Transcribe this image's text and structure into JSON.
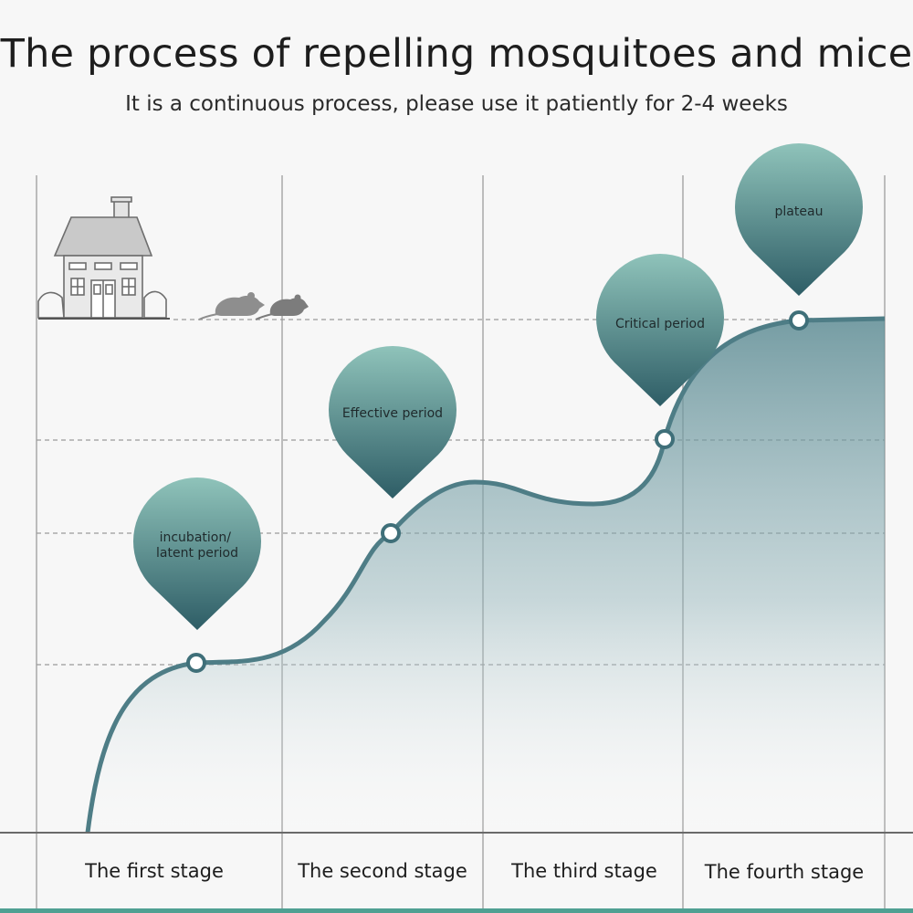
{
  "title": "The process of repelling mosquitoes and mice",
  "subtitle": "It is a continuous process, please use it patiently for 2-4 weeks",
  "stages": [
    {
      "label": "The first stage"
    },
    {
      "label": "The second stage"
    },
    {
      "label": "The third stage"
    },
    {
      "label": "The fourth stage"
    }
  ],
  "pins": [
    {
      "lines": [
        "incubation/",
        "latent period"
      ]
    },
    {
      "lines": [
        "Effective period"
      ]
    },
    {
      "lines": [
        "Critical period"
      ]
    },
    {
      "lines": [
        "plateau"
      ]
    }
  ],
  "icons": [
    "house-icon",
    "mouse-icon"
  ],
  "colors": {
    "curve": "#4e7d86",
    "pin_top": "#8fc3ba",
    "pin_bottom": "#2e5d66",
    "fill": "#5f8d95",
    "grid": "#9a9a9a",
    "accent_bottom": "#4fa092"
  }
}
